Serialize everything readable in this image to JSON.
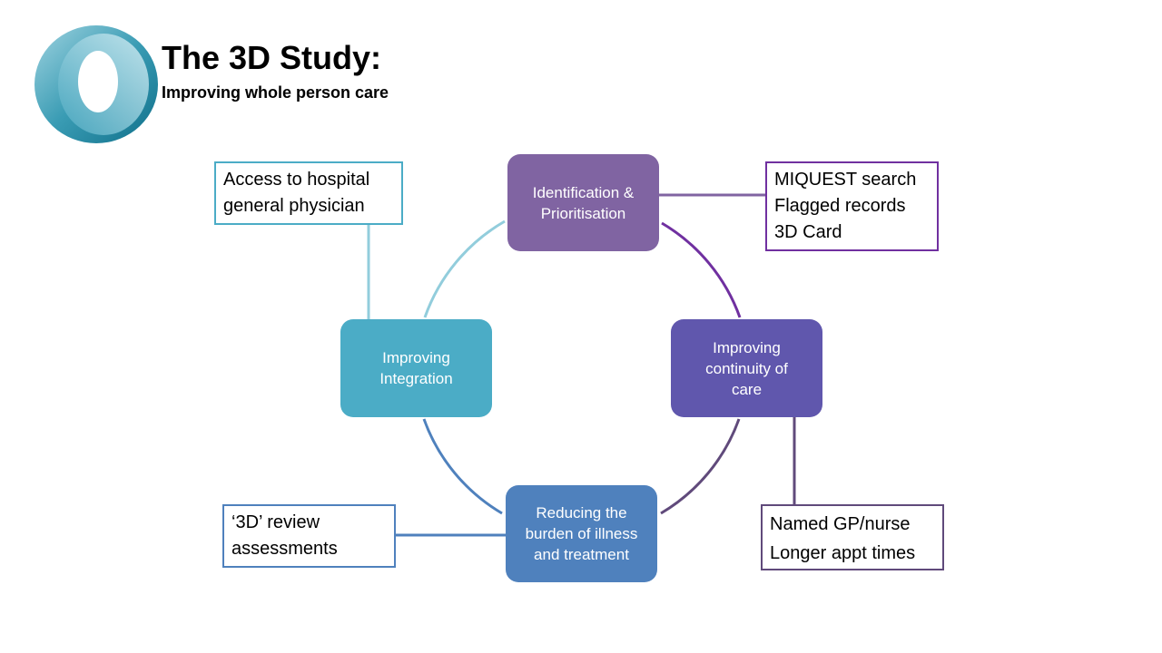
{
  "header": {
    "title": "The 3D Study:",
    "subtitle": "Improving whole person care"
  },
  "cycle_nodes": {
    "identification": "Identification &\nPrioritisation",
    "continuity": "Improving\ncontinuity of\ncare",
    "burden": "Reducing the\nburden of illness\nand treatment",
    "integration": "Improving\nIntegration"
  },
  "notes": {
    "access": "Access to hospital\ngeneral physician",
    "miquest": "MIQUEST search\nFlagged records\n3D Card",
    "review": "‘3D’ review\nassessments",
    "named": "Named GP/nurse\nLonger appt times"
  },
  "colors": {
    "identification": "#8064a2",
    "continuity": "#6057ad",
    "burden": "#4f81bd",
    "integration": "#4bacc6",
    "arc_top_left": "#92cddc",
    "arc_top_right": "#7030a0",
    "arc_bottom_right": "#604a7b",
    "arc_bottom_left": "#4f81bd"
  },
  "logo": {
    "icon": "ring-logo-icon"
  }
}
